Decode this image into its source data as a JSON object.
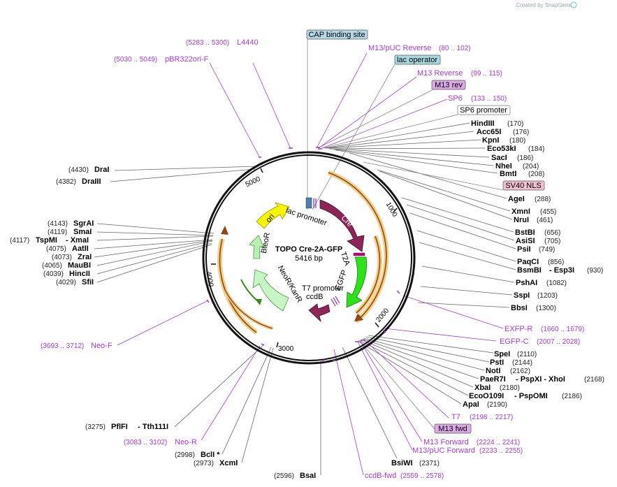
{
  "watermark": "Created by SnapGene",
  "center": {
    "name": "TOPO Cre-2A-GFP",
    "length": "5416 bp"
  },
  "ticks": [
    "1000",
    "2000",
    "3000",
    "4000",
    "5000"
  ],
  "features": {
    "lac_promoter": "lac promoter",
    "ori": "ori",
    "cre": "Cre",
    "t2a": "T2A",
    "egfp": "EGFP",
    "bleor": "BleoR",
    "neor": "NeoR/KanR",
    "t7_promoter": "T7 promoter",
    "ccdb": "ccdB"
  },
  "boxes": {
    "cap": "CAP binding site",
    "lac_operator": "lac operator",
    "m13_rev": "M13 rev",
    "sp6_promoter": "SP6 promoter",
    "sv40": "SV40 NLS",
    "m13_fwd": "M13 fwd"
  },
  "primers": {
    "l4440": {
      "name": "L4440",
      "pos": "(5283 .. 5300)"
    },
    "pbr": {
      "name": "pBR322ori-F",
      "pos": "(5030 .. 5049)"
    },
    "m13puc_rev": {
      "name": "M13/pUC Reverse",
      "pos": "(80 .. 102)"
    },
    "m13_reverse": {
      "name": "M13 Reverse",
      "pos": "(99 .. 115)"
    },
    "sp6": {
      "name": "SP6",
      "pos": "(133 .. 150)"
    },
    "exfp": {
      "name": "EXFP-R",
      "pos": "(1660 .. 1679)"
    },
    "egfpc": {
      "name": "EGFP-C",
      "pos": "(2007 .. 2028)"
    },
    "t7": {
      "name": "T7",
      "pos": "(2198 .. 2217)"
    },
    "m13_forward": {
      "name": "M13 Forward",
      "pos": "(2224 .. 2241)"
    },
    "m13puc_fwd": {
      "name": "M13/pUC Forward",
      "pos": "(2233 .. 2255)"
    },
    "ccdb_fwd": {
      "name": "ccdB-fwd",
      "pos": "(2559 .. 2578)"
    },
    "neo_f": {
      "name": "Neo-F",
      "pos": "(3693 .. 3712)"
    },
    "neo_r": {
      "name": "Neo-R",
      "pos": "(3083 .. 3102)"
    }
  },
  "sites_right": [
    {
      "name": "HindIII",
      "pos": "(170)"
    },
    {
      "name": "Acc65I",
      "pos": "(176)"
    },
    {
      "name": "KpnI",
      "pos": "(180)"
    },
    {
      "name": "Eco53kI",
      "pos": "(184)"
    },
    {
      "name": "SacI",
      "pos": "(186)"
    },
    {
      "name": "NheI",
      "pos": "(204)"
    },
    {
      "name": "BmtI",
      "pos": "(208)"
    },
    {
      "name": "AgeI",
      "pos": "(288)"
    },
    {
      "name": "XmnI",
      "pos": "(455)"
    },
    {
      "name": "NruI",
      "pos": "(461)"
    },
    {
      "name": "BstBI",
      "pos": "(656)"
    },
    {
      "name": "AsiSI",
      "pos": "(705)"
    },
    {
      "name": "PsiI",
      "pos": "(749)"
    },
    {
      "name": "PaqCI",
      "pos": "(856)"
    },
    {
      "name": "BsmBI",
      "extra": "- Esp3I",
      "pos": "(930)"
    },
    {
      "name": "PshAI",
      "pos": "(1082)"
    },
    {
      "name": "SspI",
      "pos": "(1203)"
    },
    {
      "name": "BbsI",
      "pos": "(1300)"
    }
  ],
  "sites_bottom_right": [
    {
      "name": "SpeI",
      "pos": "(2110)"
    },
    {
      "name": "PstI",
      "pos": "(2144)"
    },
    {
      "name": "NotI",
      "pos": "(2162)"
    },
    {
      "name": "PaeR7I",
      "extra": "- PspXI  - XhoI",
      "pos": "(2168)"
    },
    {
      "name": "XbaI",
      "pos": "(2180)"
    },
    {
      "name": "EcoO109I",
      "extra": "- PspOMI",
      "pos": "(2186)"
    },
    {
      "name": "ApaI",
      "pos": "(2190)"
    },
    {
      "name": "BsiWI",
      "pos": "(2371)"
    }
  ],
  "sites_left": [
    {
      "name": "DraI",
      "pos": "(4430)"
    },
    {
      "name": "DraIII",
      "pos": "(4382)"
    },
    {
      "name": "SgrAI",
      "pos": "(4143)"
    },
    {
      "name": "SmaI",
      "pos": "(4119)"
    },
    {
      "name": "TspMI",
      "extra": "- XmaI",
      "pos": "(4117)"
    },
    {
      "name": "AatII",
      "pos": "(4075)"
    },
    {
      "name": "ZraI",
      "pos": "(4073)"
    },
    {
      "name": "MauBI",
      "pos": "(4065)"
    },
    {
      "name": "HincII",
      "pos": "(4039)"
    },
    {
      "name": "SfiI",
      "pos": "(4029)"
    }
  ],
  "sites_bottom_left": [
    {
      "name": "PflFI",
      "extra": "- Tth111I",
      "pos": "(3275)"
    },
    {
      "name": "BclI *",
      "pos": "(2998)"
    },
    {
      "name": "XcmI",
      "pos": "(2973)"
    },
    {
      "name": "BsaI",
      "pos": "(2596)"
    }
  ]
}
